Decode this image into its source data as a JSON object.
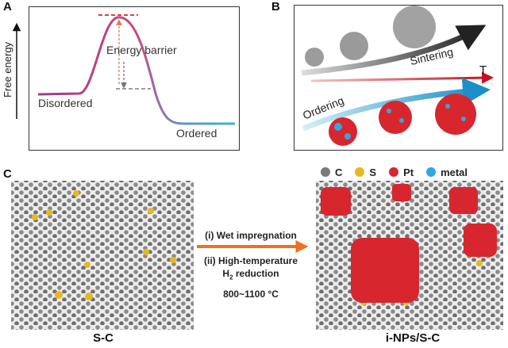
{
  "panel_a": {
    "letter": "A",
    "y_axis_label": "Free energy",
    "barrier_label": "Energy barrier",
    "left_state": "Disordered",
    "right_state": "Ordered"
  },
  "panel_b": {
    "letter": "B",
    "upper_arrow_label": "Sintering",
    "lower_arrow_label": "Ordering",
    "temperature_label": "T"
  },
  "panel_c": {
    "letter": "C",
    "legend": [
      {
        "symbol": "C",
        "color": "#7a7a7a"
      },
      {
        "symbol": "S",
        "color": "#e8b820"
      },
      {
        "symbol": "Pt",
        "color": "#d8262e"
      },
      {
        "symbol": "metal",
        "color": "#2fa9e0"
      }
    ],
    "step1": "(i) Wet impregnation",
    "step2_line1": "(ii) High-temperature",
    "step2_line2_prefix": "H",
    "step2_line2_sub": "2",
    "step2_line2_suffix": " reduction",
    "temperature_range": "800~1100 °C",
    "left_caption": "S-C",
    "right_caption": "i-NPs/S-C",
    "arrow_color": "#f07020"
  }
}
